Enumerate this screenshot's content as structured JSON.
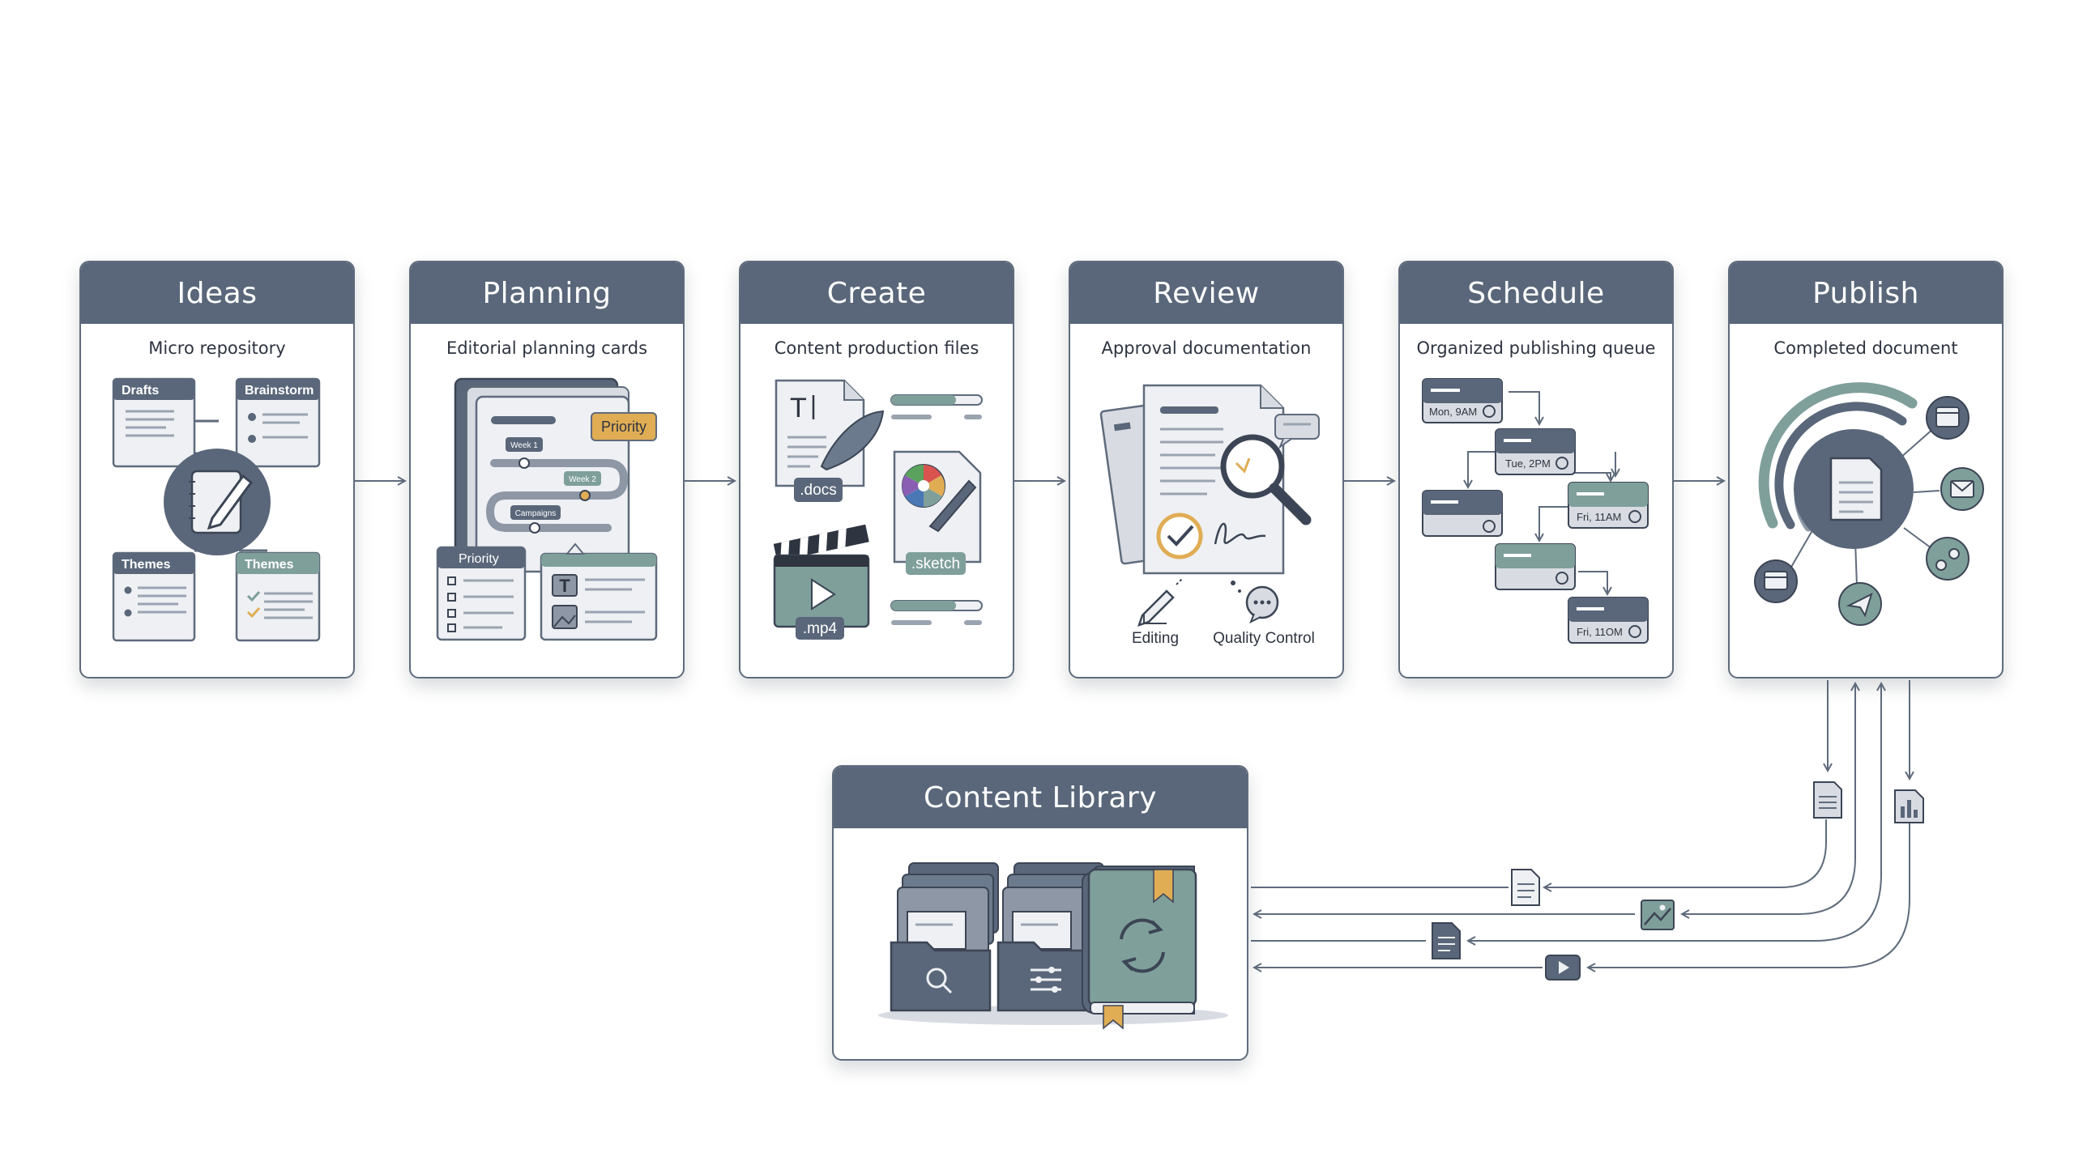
{
  "stages": [
    {
      "title": "Ideas",
      "subtitle": "Micro repository"
    },
    {
      "title": "Planning",
      "subtitle": "Editorial planning cards"
    },
    {
      "title": "Create",
      "subtitle": "Content production files"
    },
    {
      "title": "Review",
      "subtitle": "Approval documentation"
    },
    {
      "title": "Schedule",
      "subtitle": "Organized publishing queue"
    },
    {
      "title": "Publish",
      "subtitle": "Completed document"
    }
  ],
  "library": {
    "title": "Content Library"
  },
  "ideas": {
    "drafts": "Drafts",
    "brainstorm": "Brainstorm",
    "themes_left": "Themes",
    "themes_right": "Themes"
  },
  "planning": {
    "priority_tag": "Priority",
    "week1": "Week 1",
    "week2": "Week 2",
    "campaigns": "Campaigns",
    "priority_card": "Priority"
  },
  "create": {
    "docs": ".docs",
    "sketch": ".sketch",
    "mp4": ".mp4"
  },
  "review": {
    "editing": "Editing",
    "quality": "Quality Control"
  },
  "schedule": {
    "slot1": "Mon, 9AM",
    "slot2": "Tue, 2PM",
    "slot3": "Fri, 11AM",
    "slot4": "Fri, 11OM"
  },
  "colors": {
    "header": "#5a677a",
    "accent_teal": "#7f9f9b",
    "accent_gold": "#e0ad55",
    "line": "#5f6b7c"
  }
}
